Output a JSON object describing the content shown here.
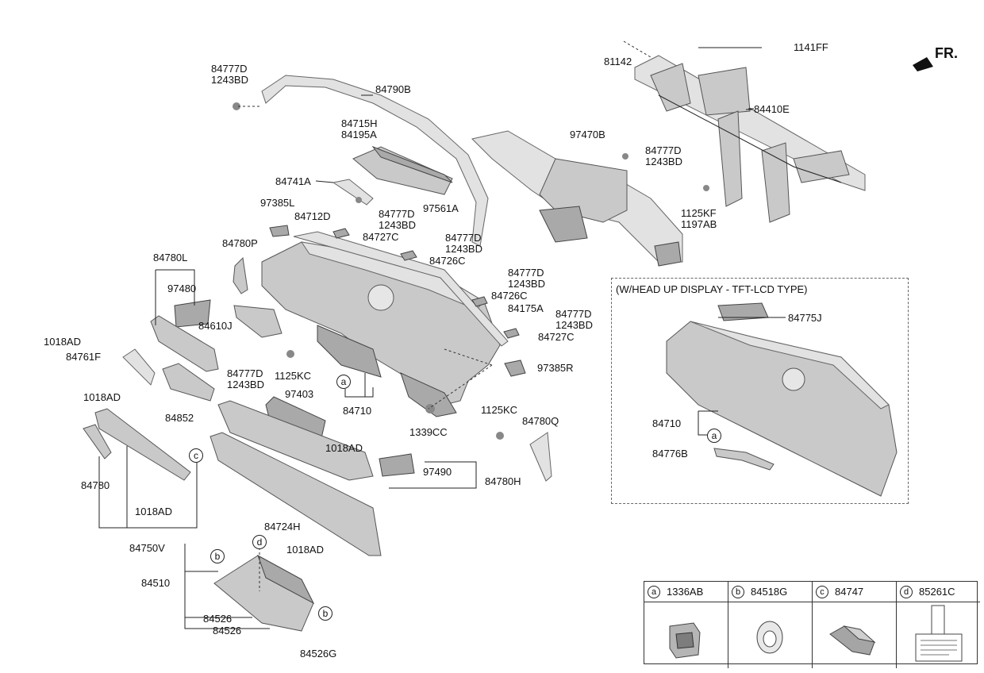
{
  "direction_label": "FR.",
  "hud_section_title": "(W/HEAD UP DISPLAY - TFT-LCD TYPE)",
  "labels": {
    "l84777D_a": "84777D",
    "l1243BD_a": "1243BD",
    "l84790B": "84790B",
    "l84715H": "84715H",
    "l84195A": "84195A",
    "l84741A": "84741A",
    "l97561A": "97561A",
    "l97470B": "97470B",
    "l84777D_b": "84777D",
    "l1243BD_b": "1243BD",
    "l81142": "81142",
    "l1141FF": "1141FF",
    "l84410E": "84410E",
    "l1125KF": "1125KF",
    "l1197AB": "1197AB",
    "l97385L": "97385L",
    "l84712D": "84712D",
    "l84777D_c": "84777D",
    "l1243BD_c": "1243BD",
    "l84727C_a": "84727C",
    "l84780P": "84780P",
    "l84777D_d": "84777D",
    "l1243BD_d": "1243BD",
    "l84726C_a": "84726C",
    "l84780L": "84780L",
    "l97480": "97480",
    "l84777D_e": "84777D",
    "l1243BD_e": "1243BD",
    "l84726C_b": "84726C",
    "l84175A": "84175A",
    "l84777D_f": "84777D",
    "l1243BD_f": "1243BD",
    "l84727C_b": "84727C",
    "l1018AD_a": "1018AD",
    "l84610J": "84610J",
    "l84761F": "84761F",
    "l84777D_g": "84777D",
    "l1243BD_g": "1243BD",
    "l1125KC_a": "1125KC",
    "l97385R": "97385R",
    "l1018AD_b": "1018AD",
    "l84852": "84852",
    "l97403": "97403",
    "l84710": "84710",
    "l1125KC_b": "1125KC",
    "l1339CC": "1339CC",
    "l84780Q": "84780Q",
    "l1018AD_c": "1018AD",
    "l84780": "84780",
    "l1018AD_d": "1018AD",
    "l97490": "97490",
    "l84780H": "84780H",
    "l84724H": "84724H",
    "l84750V": "84750V",
    "l1018AD_e": "1018AD",
    "l84510": "84510",
    "l84526_a": "84526",
    "l84526_b": "84526",
    "l84526G": "84526G",
    "l84775J": "84775J",
    "l84710_hud": "84710",
    "l84776B": "84776B"
  },
  "callouts": {
    "a_main": "a",
    "a_hud": "a",
    "c_main": "c",
    "d_main": "d",
    "b_upper": "b",
    "b_lower": "b"
  },
  "legend": [
    {
      "key": "a",
      "part": "1336AB"
    },
    {
      "key": "b",
      "part": "84518G"
    },
    {
      "key": "c",
      "part": "84747"
    },
    {
      "key": "d",
      "part": "85261C"
    }
  ]
}
